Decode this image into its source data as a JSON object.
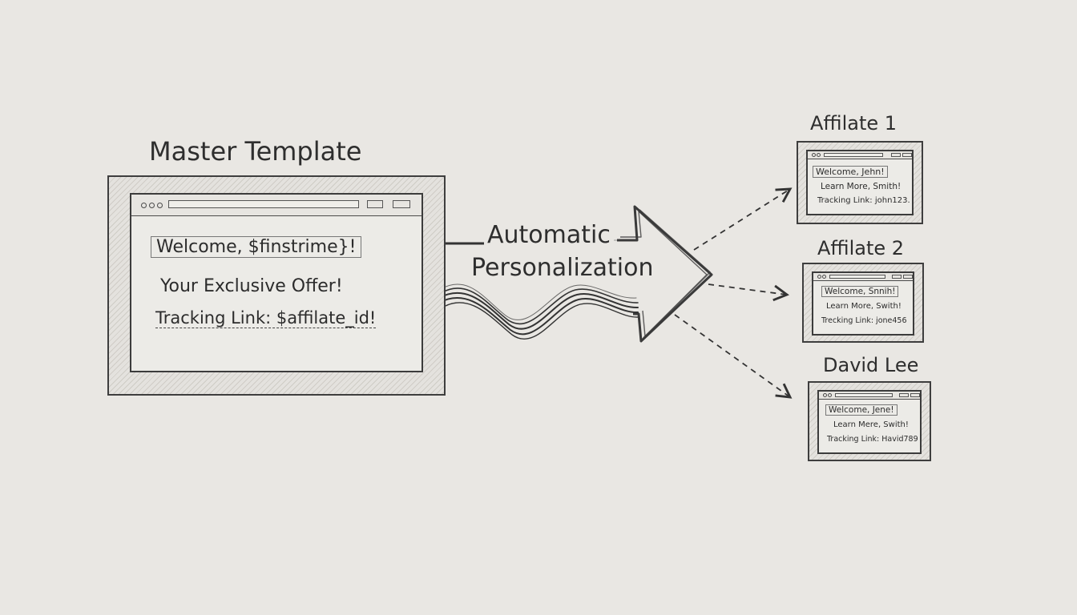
{
  "master": {
    "title": "Master Template",
    "lines": [
      "Welcome, $finstrime}!",
      "Your Exclusive Offer!",
      "Tracking Link: $affilate_id!"
    ]
  },
  "arrow": {
    "label_line1": "Automatic",
    "label_line2": "Personalization"
  },
  "affiliates": [
    {
      "title": "Affilate 1",
      "lines": [
        "Welcome, Jehn!",
        "Learn More, Smith!",
        "Tracking Link: john123."
      ]
    },
    {
      "title": "Affilate 2",
      "lines": [
        "Welcome, Snnih!",
        "Learn More, Swith!",
        "Trecking Link: jone456"
      ]
    },
    {
      "title": "David Lee",
      "lines": [
        "Welcome, Jene!",
        "Learn Mere, Swith!",
        "Tracking Link: Havid789"
      ]
    }
  ],
  "colors": {
    "paper": "#e9e7e3",
    "ink": "#2f2f2f"
  }
}
